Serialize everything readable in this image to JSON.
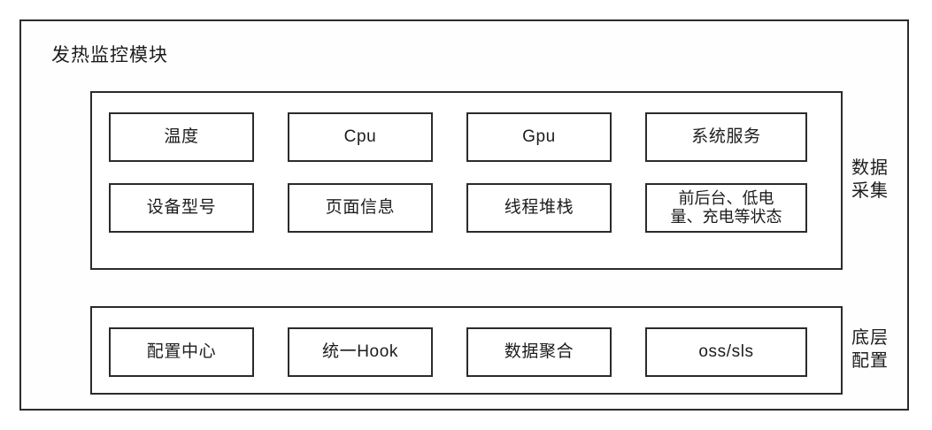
{
  "diagram": {
    "title": "发热监控模块",
    "sections": [
      {
        "id": "data-collection",
        "label_lines": [
          "数据",
          "采集"
        ],
        "rows": [
          [
            {
              "label": "温度"
            },
            {
              "label": "Cpu"
            },
            {
              "label": "Gpu"
            },
            {
              "label": "系统服务"
            }
          ],
          [
            {
              "label": "设备型号"
            },
            {
              "label": "页面信息"
            },
            {
              "label": "线程堆栈"
            },
            {
              "label": "前后台、低电量、充电等状态",
              "lines": [
                "前后台、低电",
                "量、充电等状态"
              ]
            }
          ]
        ]
      },
      {
        "id": "base-config",
        "label_lines": [
          "底层",
          "配置"
        ],
        "rows": [
          [
            {
              "label": "配置中心"
            },
            {
              "label": "统一Hook"
            },
            {
              "label": "数据聚合"
            },
            {
              "label": "oss/sls"
            }
          ]
        ]
      }
    ]
  },
  "colors": {
    "stroke": "#2b2b2b",
    "background": "#ffffff",
    "text": "#1c1c1c"
  }
}
